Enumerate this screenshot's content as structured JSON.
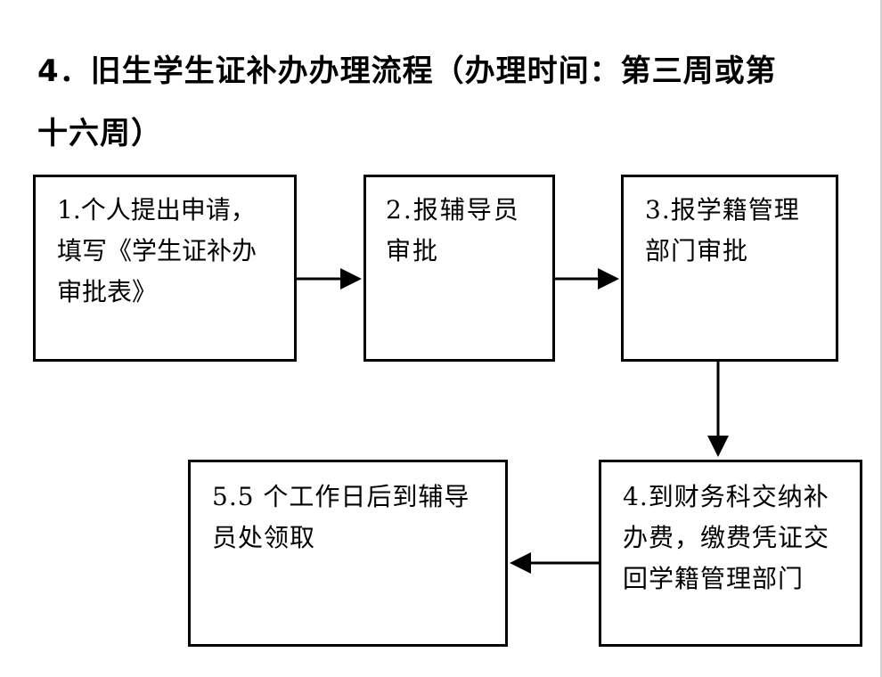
{
  "heading": {
    "line1": "4．旧生学生证补办办理流程（办理时间：第三周或第",
    "line2": "十六周）"
  },
  "steps": [
    {
      "text": "1.个人提出申请，\n填写《学生证补办\n审批表》"
    },
    {
      "text": "2.报辅导员\n审批"
    },
    {
      "text": "3.报学籍管理\n部门审批"
    },
    {
      "text": "4.到财务科交纳补\n办费，缴费凭证交\n回学籍管理部门"
    },
    {
      "text": "5.5 个工作日后到辅导\n员处领取"
    }
  ]
}
